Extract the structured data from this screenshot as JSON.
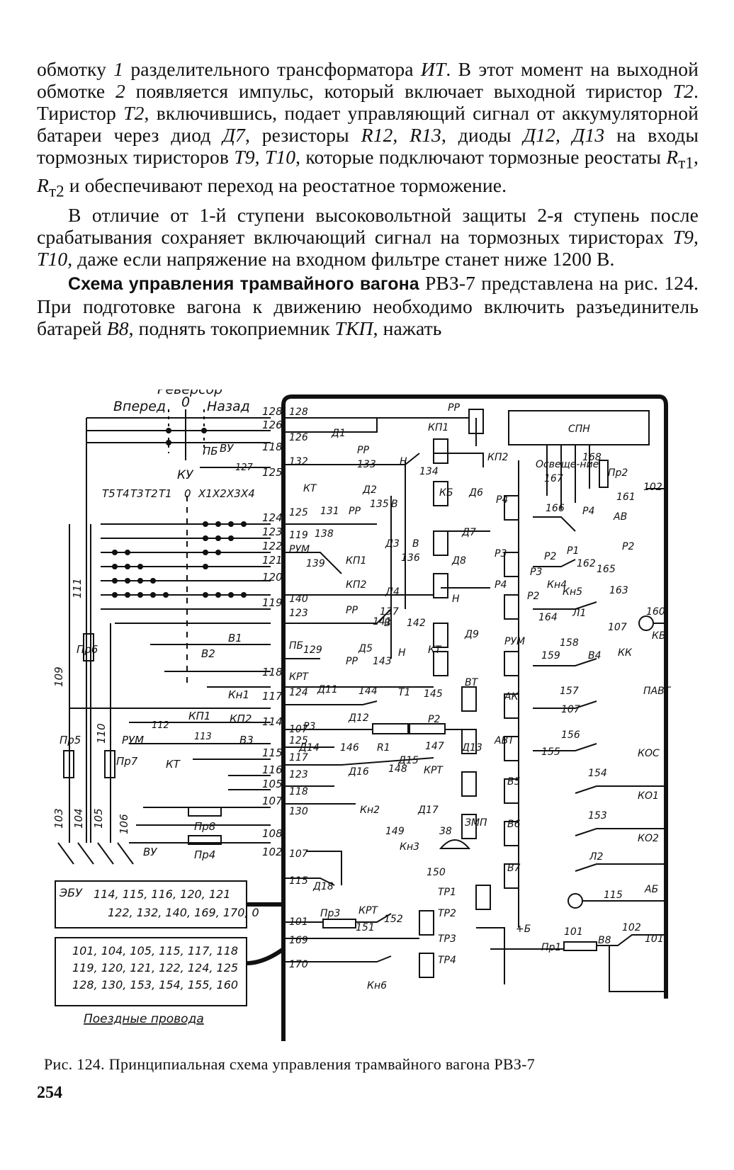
{
  "body_text": {
    "p1": {
      "t1": "обмотку ",
      "t2": "1",
      "t3": " разделительного трансформатора ",
      "t4": "ИТ",
      "t5": ". В этот момент на выходной обмотке ",
      "t6": "2",
      "t7": " появляется импульс, который включает выходной тиристор ",
      "t8": "Т2",
      "t9": ". Тиристор ",
      "t10": "Т2",
      "t11": ", включившись, подает управляющий сигнал от аккумуляторной батареи через диод ",
      "t12": "Д7",
      "t13": ", резисторы ",
      "t14": "R12, R13",
      "t15": ", диоды ",
      "t16": "Д12, Д13",
      "t17": " на входы тормозных тиристоров ",
      "t18": "Т9, Т10",
      "t19": ", которые подключают тормозные реостаты ",
      "t20": "R",
      "t21": "т1",
      "t22": ", ",
      "t23": "R",
      "t24": "т2",
      "t25": " и обеспечивают переход на реостатное торможение."
    },
    "p2": {
      "t1": "В отличие от 1-й ступени высоковольтной защиты 2-я ступень после срабатывания сохраняет включающий сигнал на тормозных тиристорах ",
      "t2": "Т9, Т10",
      "t3": ", даже если напряжение на входном фильтре станет ниже 1200 В."
    },
    "p3": {
      "bold": "Схема управления трамвайного вагона",
      "t1": " РВЗ-7 представлена на рис. 124. При подготовке вагона к движению необходимо включить разъединитель батарей ",
      "t2": "В8",
      "t3": ", поднять токоприемник ",
      "t4": "ТКП",
      "t5": ", нажать"
    }
  },
  "figure": {
    "reversor": {
      "title": "Реверсор",
      "forward": "Вперед",
      "zero": "0",
      "back": "Назад"
    },
    "ku": {
      "label": "КУ",
      "left_positions": [
        "Т5",
        "Т4",
        "Т3",
        "Т2",
        "Т1"
      ],
      "zero": "0",
      "right_positions": [
        "Х1",
        "Х2",
        "Х3",
        "Х4"
      ]
    },
    "left_wires": [
      {
        "id": "w128",
        "label": "128"
      },
      {
        "id": "w126",
        "label": "126"
      },
      {
        "id": "w118a",
        "label": "118"
      },
      {
        "id": "w125",
        "label": "125"
      },
      {
        "id": "w124",
        "label": "124"
      },
      {
        "id": "w123",
        "label": "123"
      },
      {
        "id": "w122",
        "label": "122"
      },
      {
        "id": "w121",
        "label": "121"
      },
      {
        "id": "w120",
        "label": "120"
      },
      {
        "id": "w119",
        "label": "119"
      },
      {
        "id": "w118b",
        "label": "118"
      },
      {
        "id": "w117",
        "label": "117"
      },
      {
        "id": "w114",
        "label": "114"
      },
      {
        "id": "w115",
        "label": "115"
      },
      {
        "id": "w116",
        "label": "116"
      },
      {
        "id": "w105",
        "label": "105"
      },
      {
        "id": "w107",
        "label": "107"
      },
      {
        "id": "w108",
        "label": "108"
      },
      {
        "id": "w102",
        "label": "102"
      }
    ],
    "vertical_labels": [
      "111",
      "109",
      "110",
      "103",
      "104",
      "105",
      "106"
    ],
    "left_components": [
      {
        "id": "pb",
        "label": "ПБ"
      },
      {
        "id": "vu1",
        "label": "ВУ"
      },
      {
        "id": "w127",
        "label": "127"
      },
      {
        "id": "pr6",
        "label": "Пр6"
      },
      {
        "id": "v1",
        "label": "В1"
      },
      {
        "id": "v2",
        "label": "В2"
      },
      {
        "id": "kn1",
        "label": "Кн1"
      },
      {
        "id": "pr5",
        "label": "Пр5"
      },
      {
        "id": "pr7",
        "label": "Пр7"
      },
      {
        "id": "rum",
        "label": "РУМ"
      },
      {
        "id": "w112",
        "label": "112"
      },
      {
        "id": "kp1",
        "label": "КП1"
      },
      {
        "id": "kp2",
        "label": "КП2"
      },
      {
        "id": "w113",
        "label": "113"
      },
      {
        "id": "kt",
        "label": "КТ"
      },
      {
        "id": "v3",
        "label": "В3"
      },
      {
        "id": "pr8",
        "label": "Пр8"
      },
      {
        "id": "pr4",
        "label": "Пр4"
      },
      {
        "id": "vu2",
        "label": "ВУ"
      }
    ],
    "ebu": {
      "title": "ЭБУ",
      "line1": "114, 115, 116, 120, 121",
      "line2": "122, 132, 140, 169, 170, 0"
    },
    "train_wires": {
      "line1": "101, 104, 105, 115, 117, 118",
      "line2": "119, 120, 121, 122, 124, 125",
      "line3": "128, 130, 153, 154, 155, 160",
      "title": "Поездные провода"
    },
    "inner_labels": [
      "128",
      "РР",
      "126",
      "Д1",
      "РР",
      "КП1",
      "132",
      "133",
      "Н",
      "134",
      "КП2",
      "КБ",
      "КТ",
      "Д2",
      "125",
      "131",
      "РР",
      "135",
      "В",
      "Д6",
      "119",
      "РУМ",
      "138",
      "Д3",
      "136",
      "В",
      "Д7",
      "139",
      "КП1",
      "КП2",
      "Д8",
      "Д4",
      "137",
      "140",
      "Н",
      "123",
      "РР",
      "141",
      "В",
      "142",
      "ПБ",
      "129",
      "Д5",
      "РР",
      "143",
      "Н",
      "КТ",
      "Д9",
      "КРТ",
      "124",
      "Д11",
      "144",
      "Т1",
      "145",
      "ВТ",
      "Р3",
      "Д12",
      "Р2",
      "107",
      "125",
      "Д14",
      "146",
      "R1",
      "147",
      "Д13",
      "Д15",
      "117",
      "148",
      "КРТ",
      "123",
      "Д16",
      "118",
      "130",
      "Кн2",
      "Д17",
      "ЗМП",
      "149",
      "38",
      "Кн3",
      "107",
      "150",
      "115",
      "Д18",
      "ТР1",
      "ТР2",
      "101",
      "Пр3",
      "КРТ",
      "151",
      "152",
      "169",
      "ТР3",
      "ТР4",
      "170",
      "Кн6",
      "СПН",
      "Пр2",
      "168",
      "167",
      "Освеще-ние",
      "102",
      "Р4",
      "166",
      "Р4",
      "АВ",
      "161",
      "Р2",
      "Р3",
      "Р2",
      "Р1",
      "162",
      "165",
      "Р3",
      "Р4",
      "Кн4",
      "Кн5",
      "163",
      "Р2",
      "164",
      "Л1",
      "107",
      "160",
      "КВ",
      "РУМ",
      "158",
      "159",
      "В4",
      "КК",
      "АК",
      "157",
      "107",
      "ПАВТ",
      "АВТ",
      "156",
      "155",
      "КОС",
      "В5",
      "154",
      "КО1",
      "В6",
      "153",
      "КО2",
      "В7",
      "Л2",
      "115",
      "АБ",
      "+Б",
      "Пр1",
      "101",
      "В8",
      "102",
      "101"
    ]
  },
  "caption": "Рис. 124. Принципиальная схема управления трамвайного вагона РВЗ-7",
  "page_number": "254"
}
